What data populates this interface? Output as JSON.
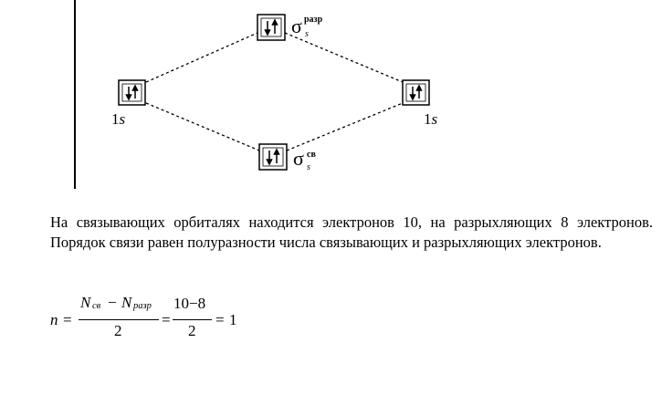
{
  "diagram": {
    "atom_left_label": {
      "num": "1",
      "sym": "s"
    },
    "atom_right_label": {
      "num": "1",
      "sym": "s"
    },
    "antibonding": {
      "symbol": "σ",
      "superscript": "разр",
      "subscript": "s"
    },
    "bonding": {
      "symbol": "σ",
      "superscript": "св",
      "subscript": "s"
    }
  },
  "paragraph": "На связывающих орбиталях находится электронов 10, на разрыхляющих 8 электронов. Порядок связи равен полуразности числа связывающих и разрыхляющих электронов.",
  "formula": {
    "lhs": "n",
    "eq1": "=",
    "N1": "N",
    "N1_sub": "св",
    "minus": "−",
    "N2": "N",
    "N2_sub": "разр",
    "den1": "2",
    "eq2": "=",
    "num2": "10−8",
    "den2": "2",
    "eq3": "=",
    "result": "1"
  }
}
